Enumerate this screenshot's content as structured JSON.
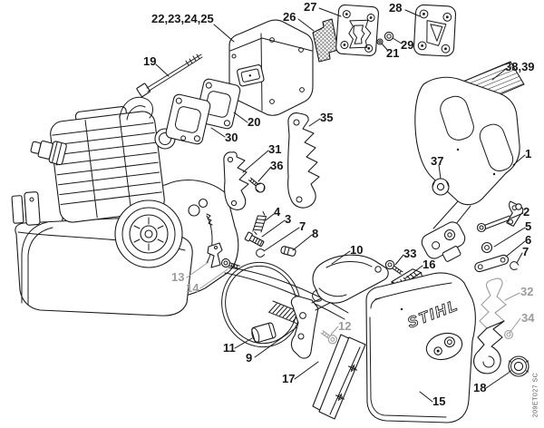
{
  "diagram": {
    "background": "#ffffff",
    "ink": "#1a1a1a",
    "muted": "#9c9c9c",
    "brand_text": "STIHL",
    "doc_code": "209ET027 SC"
  },
  "callouts": [
    {
      "text": "22,23,24,25",
      "muted": false
    },
    {
      "text": "19",
      "muted": false
    },
    {
      "text": "26",
      "muted": false
    },
    {
      "text": "27",
      "muted": false
    },
    {
      "text": "28",
      "muted": false
    },
    {
      "text": "29",
      "muted": false
    },
    {
      "text": "21",
      "muted": false
    },
    {
      "text": "38,39",
      "muted": false
    },
    {
      "text": "20",
      "muted": false
    },
    {
      "text": "30",
      "muted": false
    },
    {
      "text": "35",
      "muted": false
    },
    {
      "text": "31",
      "muted": false
    },
    {
      "text": "36",
      "muted": false
    },
    {
      "text": "37",
      "muted": false
    },
    {
      "text": "1",
      "muted": false
    },
    {
      "text": "2",
      "muted": false
    },
    {
      "text": "5",
      "muted": false
    },
    {
      "text": "6",
      "muted": false
    },
    {
      "text": "7",
      "muted": false
    },
    {
      "text": "4",
      "muted": false
    },
    {
      "text": "3",
      "muted": false
    },
    {
      "text": "7",
      "muted": false
    },
    {
      "text": "8",
      "muted": false
    },
    {
      "text": "10",
      "muted": false
    },
    {
      "text": "33",
      "muted": false
    },
    {
      "text": "16",
      "muted": false
    },
    {
      "text": "13",
      "muted": true
    },
    {
      "text": "14",
      "muted": true
    },
    {
      "text": "11",
      "muted": false
    },
    {
      "text": "9",
      "muted": false
    },
    {
      "text": "12",
      "muted": true
    },
    {
      "text": "17",
      "muted": false
    },
    {
      "text": "15",
      "muted": false
    },
    {
      "text": "18",
      "muted": false
    },
    {
      "text": "32",
      "muted": true
    },
    {
      "text": "34",
      "muted": true
    }
  ]
}
